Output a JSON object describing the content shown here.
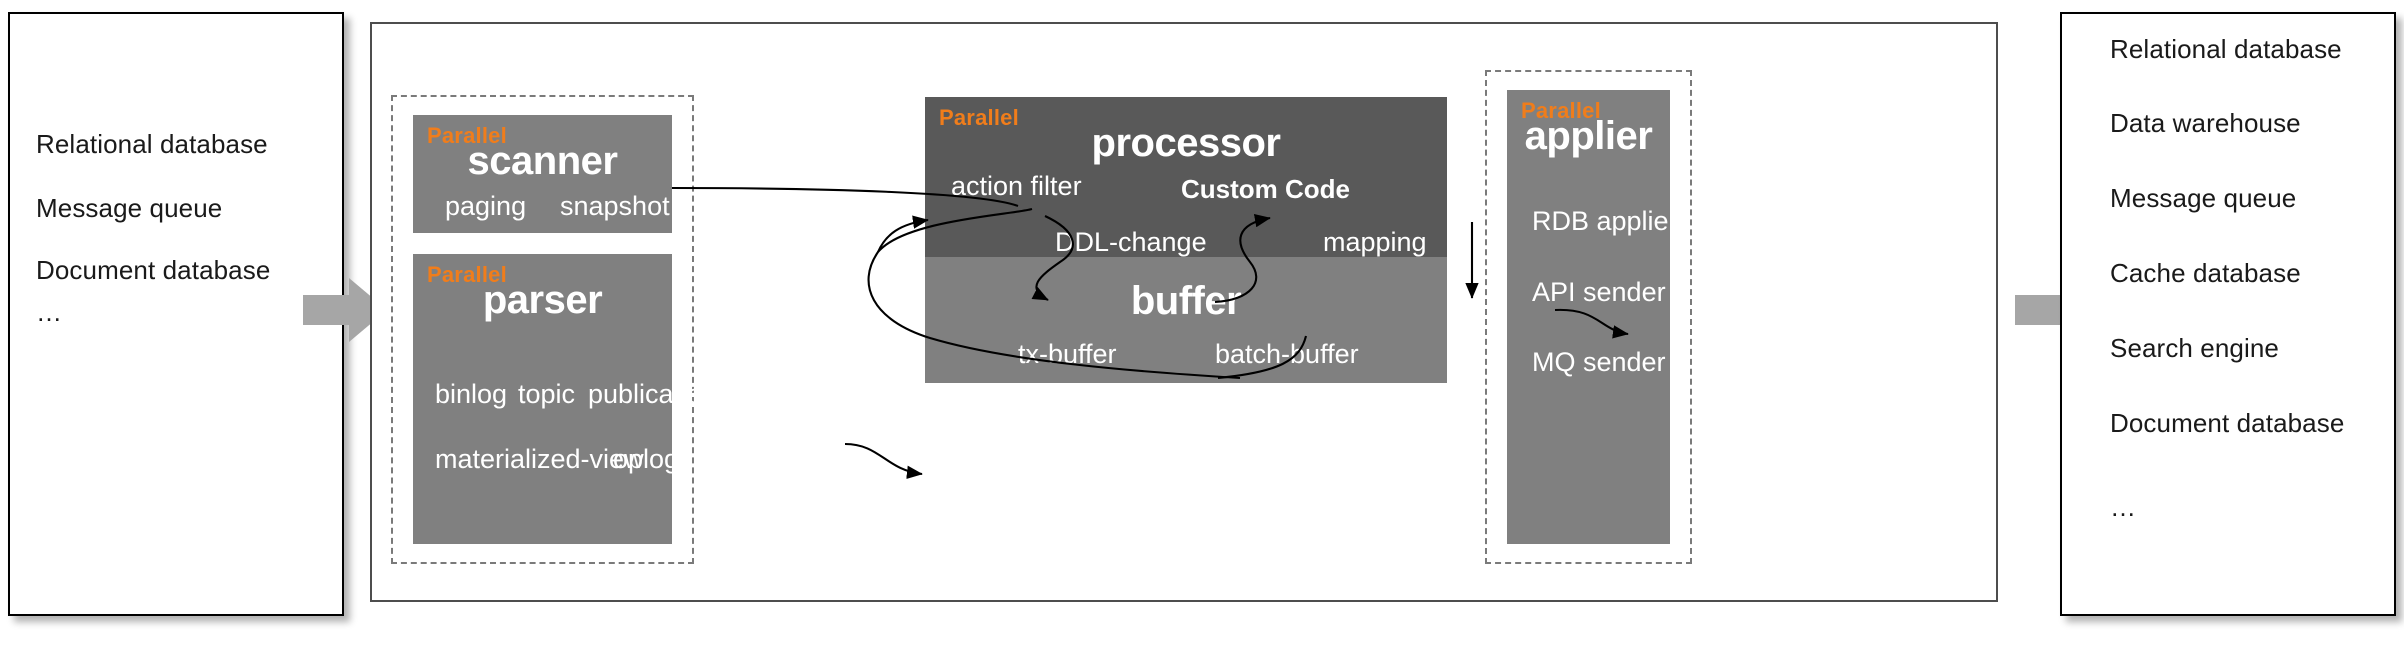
{
  "sources": {
    "items": [
      "Relational database",
      "Message queue",
      "Document database",
      "…"
    ]
  },
  "destinations": {
    "items": [
      "Relational database",
      "Data warehouse",
      "Message queue",
      "Cache database",
      "Search engine",
      "Document database",
      "…"
    ]
  },
  "parallel_tag": "Parallel",
  "stages": {
    "scanner": {
      "title": "scanner",
      "tag": "Parallel",
      "items": [
        "paging",
        "snapshot"
      ]
    },
    "parser": {
      "title": "parser",
      "tag": "Parallel",
      "items": [
        "binlog",
        "topic",
        "publication",
        "materialized-view",
        "oplog"
      ]
    },
    "processor": {
      "title": "processor",
      "tag": "Parallel",
      "items": [
        "action filter",
        "DDL-change",
        "Custom Code",
        "mapping"
      ]
    },
    "buffer": {
      "title": "buffer",
      "tag": "",
      "items": [
        "tx-buffer",
        "batch-buffer"
      ]
    },
    "applier": {
      "title": "applier",
      "tag": "Parallel",
      "items": [
        "RDB applier",
        "API sender",
        "MQ sender"
      ]
    }
  },
  "colors": {
    "accent_orange": "#f07d1b",
    "box_light_gray": "#808080",
    "box_dark_gray": "#595959",
    "chevron_gray": "#a6a6a6",
    "frame_gray": "#4d4d4d"
  },
  "icons": {
    "inbound_arrow": "right-chevron-icon",
    "outbound_arrow": "right-chevron-icon"
  }
}
